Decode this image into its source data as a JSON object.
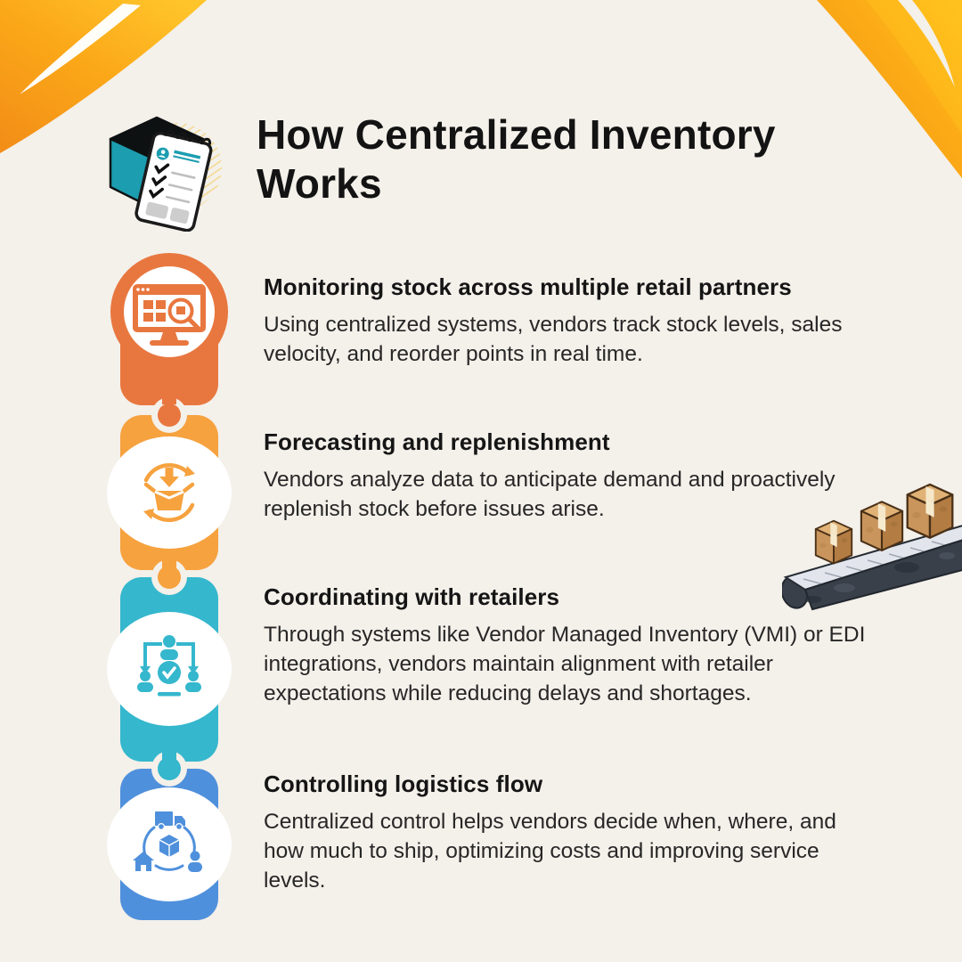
{
  "colors": {
    "background": "#F4F0EA",
    "title_text": "#131313",
    "body_text": "#272727",
    "swoosh_orange": "#F28C17",
    "swoosh_yellow": "#FFC42A",
    "belt_dark": "#39404A",
    "carton_tan": "#C9955C",
    "header_box_teal": "#1C9DB0"
  },
  "header": {
    "title": "How Centralized Inventory Works",
    "icon": "inventory-box-checklist-icon"
  },
  "steps": [
    {
      "heading": "Monitoring stock across multiple retail partners",
      "body": "Using centralized systems, vendors track stock levels, sales velocity, and reorder points in real time.",
      "color": "#E8773F",
      "icon": "monitor-stock-search-icon"
    },
    {
      "heading": "Forecasting and replenishment",
      "body": "Vendors analyze data to anticipate demand and proactively replenish stock before issues arise.",
      "color": "#F6A23F",
      "icon": "box-replenishment-cycle-icon"
    },
    {
      "heading": "Coordinating with retailers",
      "body": "Through systems like Vendor Managed Inventory (VMI) or EDI integrations, vendors maintain alignment with retailer expectations while reducing delays and shortages.",
      "color": "#35B7CD",
      "icon": "people-coordination-icon"
    },
    {
      "heading": "Controlling logistics flow",
      "body": "Centralized control helps vendors decide when, where, and how much to ship, optimizing costs and improving service levels.",
      "color": "#4F90DC",
      "icon": "logistics-network-icon"
    }
  ],
  "illustration": {
    "name": "conveyor-belt-with-boxes",
    "box_count": 3
  }
}
